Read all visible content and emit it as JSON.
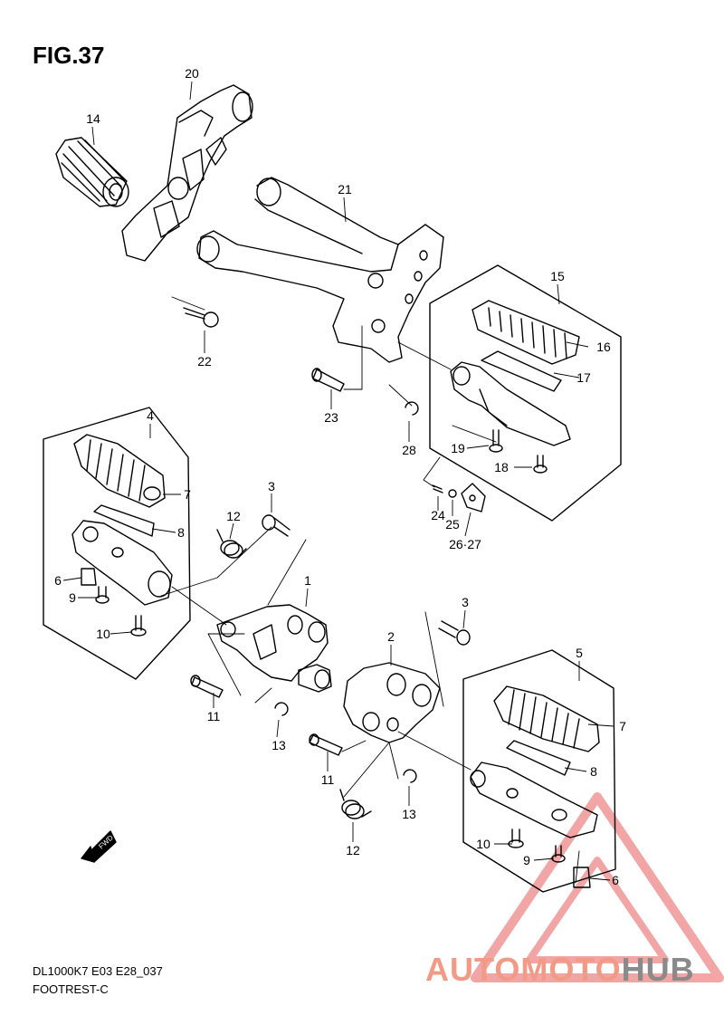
{
  "figure": {
    "title": "FIG.37"
  },
  "footer": {
    "code": "DL1000K7 E03 E28_037",
    "name": "FOOTREST-C"
  },
  "fwd_label": "FWD",
  "watermark": {
    "part1": "AUTOMOTO",
    "part2": "HUB",
    "color1": "#f29a86",
    "color2": "#8a8a8a",
    "triangle_color": "#e85c5c"
  },
  "callouts": [
    "20",
    "14",
    "21",
    "15",
    "16",
    "17",
    "22",
    "23",
    "28",
    "19",
    "18",
    "4",
    "7",
    "8",
    "3",
    "12",
    "24",
    "25",
    "26·27",
    "6",
    "9",
    "10",
    "1",
    "3",
    "2",
    "5",
    "11",
    "13",
    "7",
    "11",
    "8",
    "13",
    "12",
    "10",
    "9",
    "6"
  ]
}
